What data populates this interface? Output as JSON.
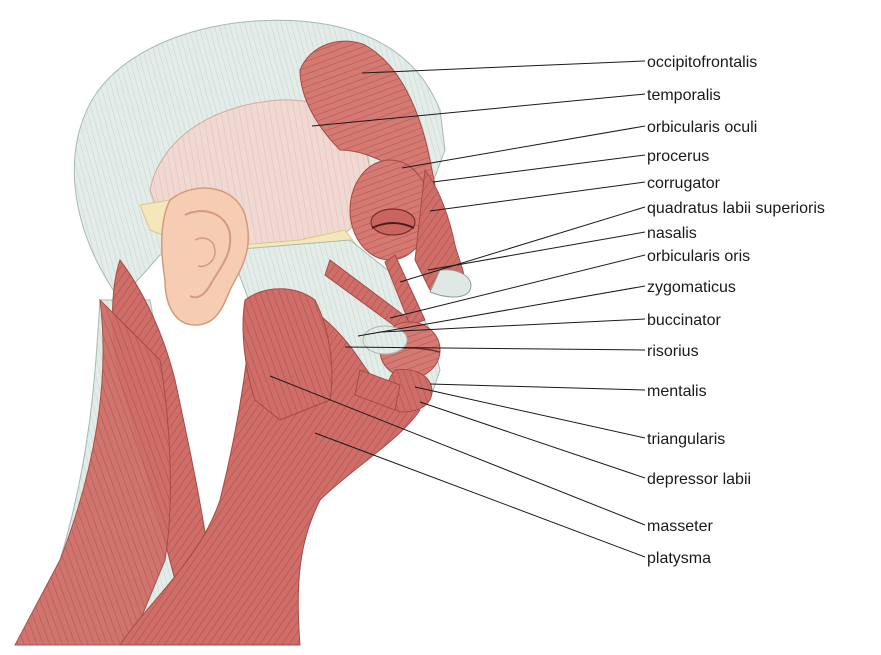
{
  "labels": [
    {
      "id": "occipitofrontalis",
      "text": "occipitofrontalis"
    },
    {
      "id": "temporalis",
      "text": "temporalis"
    },
    {
      "id": "orbicularis-oculi",
      "text": "orbicularis oculi"
    },
    {
      "id": "procerus",
      "text": "procerus"
    },
    {
      "id": "corrugator",
      "text": "corrugator"
    },
    {
      "id": "quadratus-labii-superioris",
      "text": "quadratus labii superioris"
    },
    {
      "id": "nasalis",
      "text": "nasalis"
    },
    {
      "id": "orbicularis-oris",
      "text": "orbicularis oris"
    },
    {
      "id": "zygomaticus",
      "text": "zygomaticus"
    },
    {
      "id": "buccinator",
      "text": "buccinator"
    },
    {
      "id": "risorius",
      "text": "risorius"
    },
    {
      "id": "mentalis",
      "text": "mentalis"
    },
    {
      "id": "triangularis",
      "text": "triangularis"
    },
    {
      "id": "depressor-labii",
      "text": "depressor labii"
    },
    {
      "id": "masseter",
      "text": "masseter"
    },
    {
      "id": "platysma",
      "text": "platysma"
    }
  ],
  "colors": {
    "muscle": "#c9655f",
    "muscle_light": "#e0948d",
    "tendon": "#dfe8e4",
    "bone": "#f4e7b9",
    "skin": "#f6cdb3",
    "line": "#1a1a1a"
  }
}
